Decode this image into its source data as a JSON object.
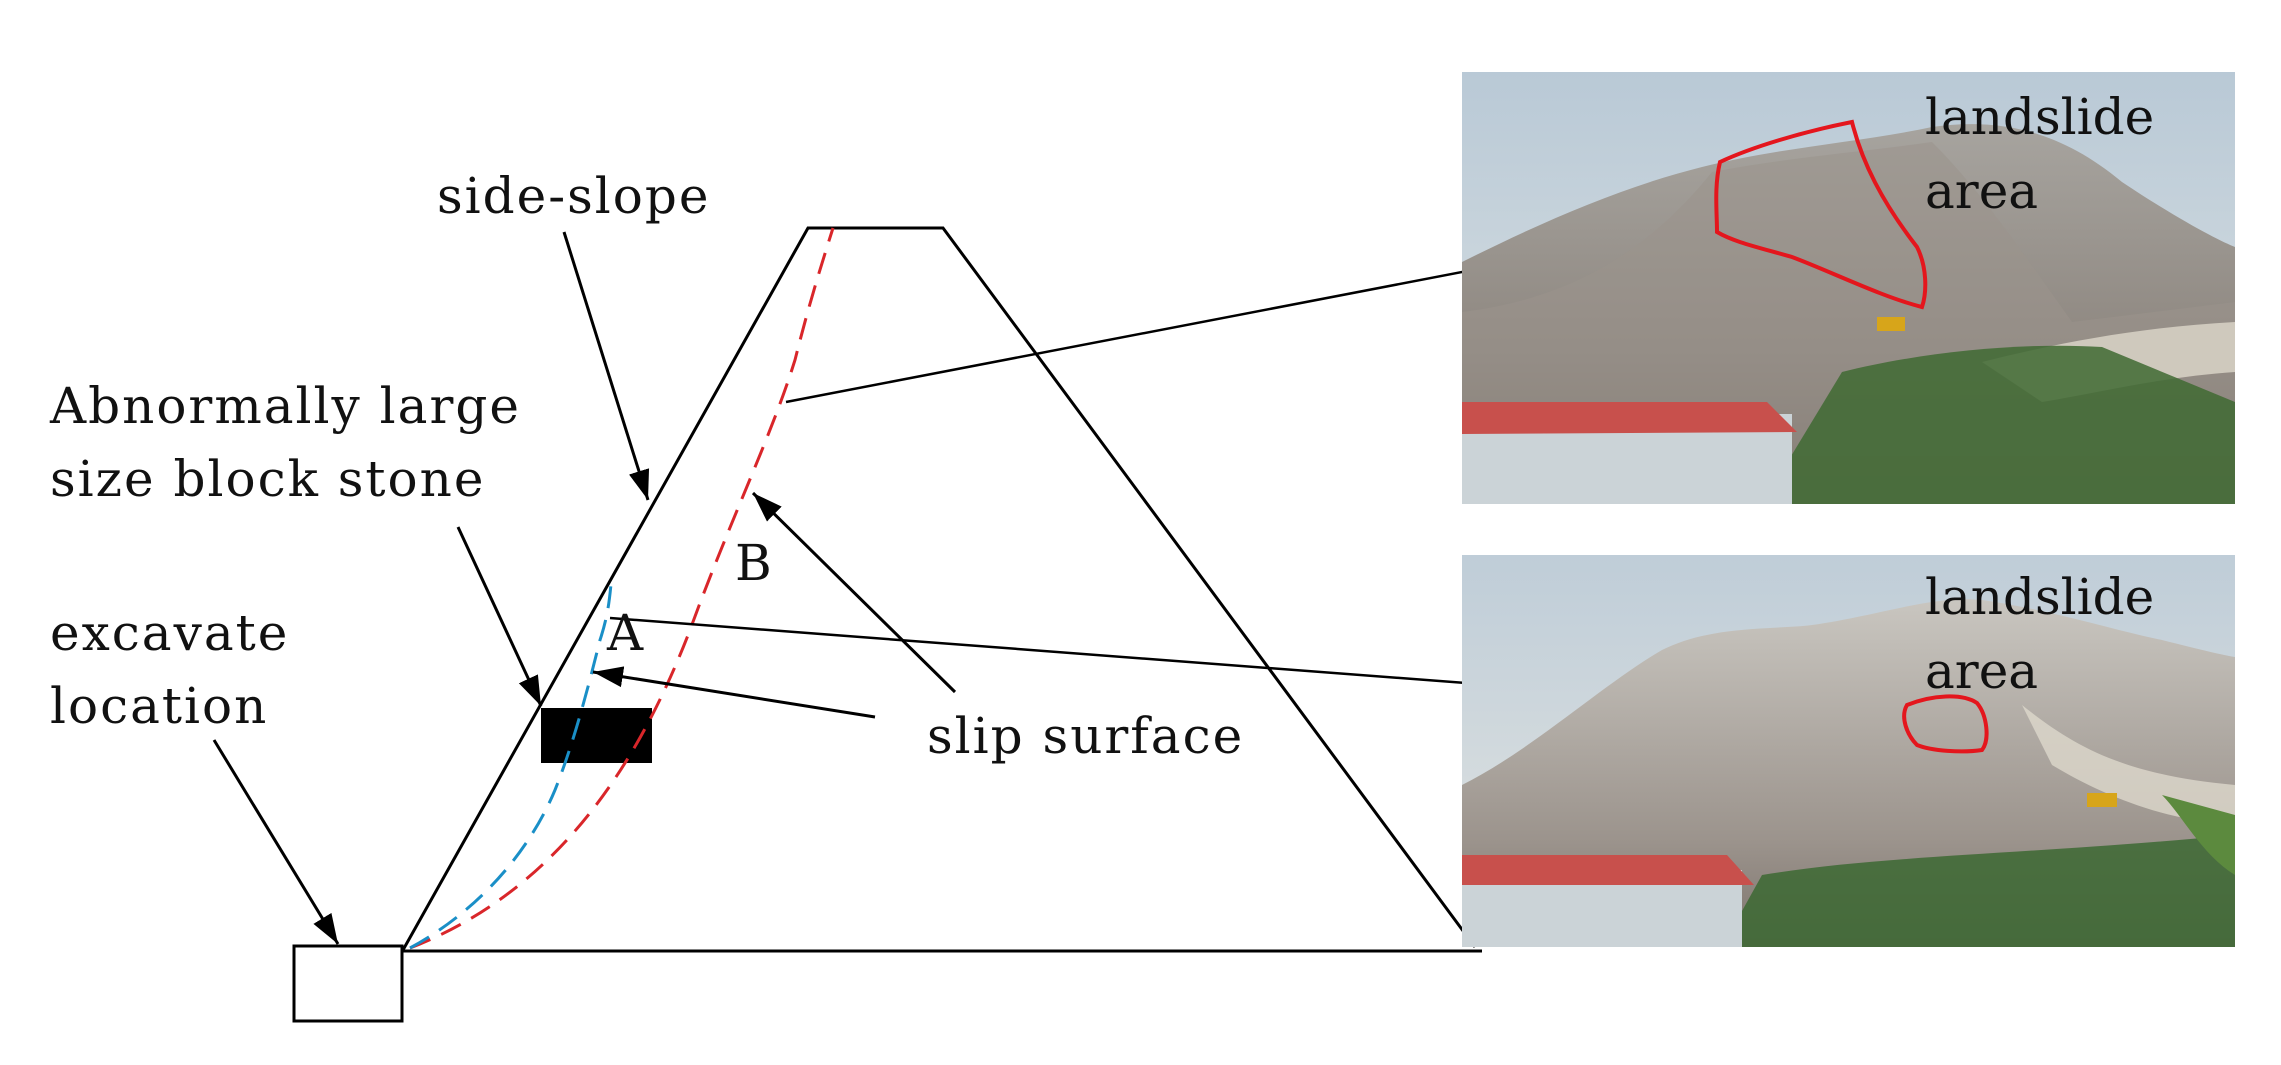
{
  "labels": {
    "side_slope": "side-slope",
    "abnormal_block": [
      "Abnormally large",
      "size block stone"
    ],
    "excavate": [
      "excavate",
      "location"
    ],
    "slip_surface": "slip surface",
    "point_a": "A",
    "point_b": "B"
  },
  "photos": [
    {
      "caption": [
        "landslide",
        "area"
      ]
    },
    {
      "caption": [
        "landslide",
        "area"
      ]
    }
  ],
  "colors": {
    "outline": "#000000",
    "slip_surface_a": "#1a8fc7",
    "slip_surface_b": "#d9262a",
    "landslide_outline": "#e4161d",
    "sky": "#cdd8e0",
    "rock": "#a9a39c",
    "roof": "#c8504c"
  }
}
